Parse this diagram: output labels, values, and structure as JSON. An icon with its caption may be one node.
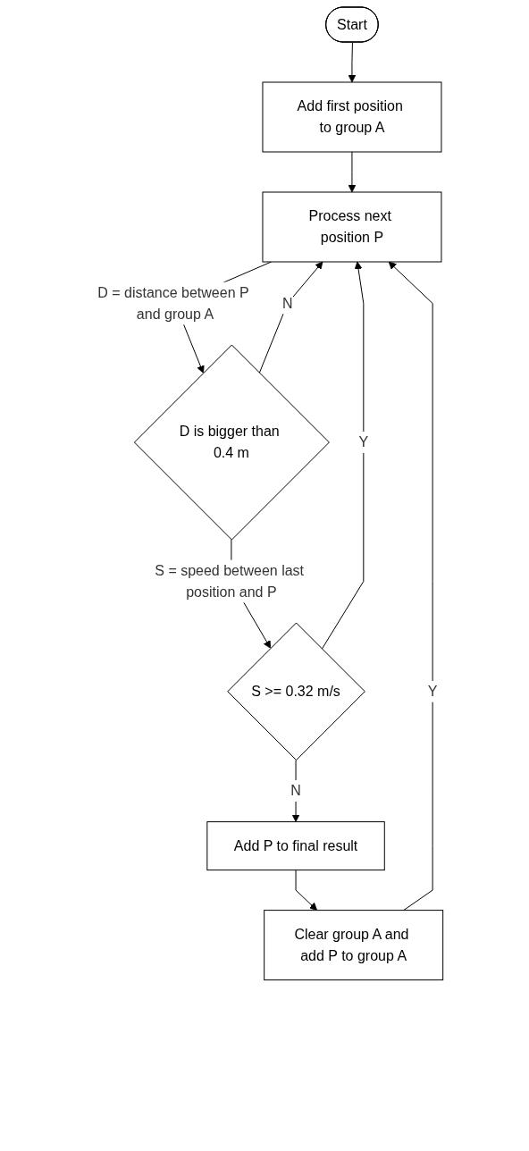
{
  "diagram": {
    "nodes": [
      {
        "text": [
          "Start"
        ]
      },
      {
        "text": [
          "Add first position to group A"
        ]
      },
      {
        "text": [
          "Process next position P"
        ]
      },
      {
        "text": [
          "D is bigger than 0.4 m"
        ]
      },
      {
        "text": [
          "S >= 0.32 m/s"
        ]
      },
      {
        "text": [
          "Add P to final result"
        ]
      },
      {
        "text": [
          "Clear group A and add P to group A"
        ]
      }
    ],
    "edges": [
      {
        "from": 0,
        "to": 1,
        "arrow": "to"
      },
      {
        "from": 1,
        "to": 2,
        "arrow": "to"
      },
      {
        "from": 2,
        "to": 3,
        "arrow": "to",
        "label": "D = distance between P and group A"
      },
      {
        "from": 3,
        "to": 2,
        "arrow": "to",
        "label": "N"
      },
      {
        "from": 3,
        "to": 4,
        "arrow": "to",
        "label": "S = speed between last position and P"
      },
      {
        "from": 4,
        "to": 2,
        "arrow": "to",
        "label": "Y"
      },
      {
        "from": 4,
        "to": 5,
        "arrow": "to",
        "label": "N"
      },
      {
        "from": 5,
        "to": 6,
        "arrow": "to"
      },
      {
        "from": 6,
        "to": 2,
        "arrow": "to",
        "label": "Y"
      }
    ]
  }
}
